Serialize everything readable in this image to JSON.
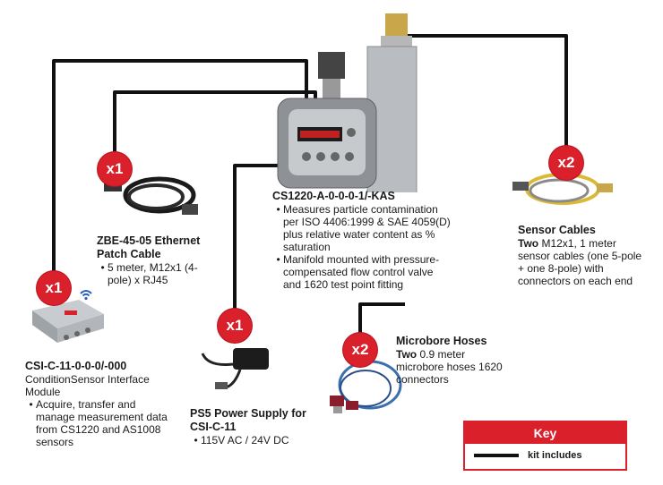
{
  "badges": {
    "ethernet": "x1",
    "module": "x1",
    "power": "x1",
    "hoses": "x2",
    "sensor_cables": "x2"
  },
  "products": {
    "main": {
      "title": "CS1220-A-0-0-0-1/-KAS",
      "bullets": [
        "Measures particle contamination per ISO 4406:1999 & SAE 4059(D) plus relative water content as % saturation",
        "Manifold mounted with pressure-compensated flow control valve and 1620 test point fitting"
      ]
    },
    "ethernet": {
      "title": "ZBE-45-05 Ethernet Patch Cable",
      "bullet": "5 meter, M12x1 (4-pole) x RJ45"
    },
    "module": {
      "title": "CSI-C-11-0-0-0/-000",
      "subtitle": "ConditionSensor Interface Module",
      "bullet": "Acquire, transfer and manage measurement data from CS1220 and AS1008 sensors"
    },
    "power": {
      "title": "PS5 Power Supply for CSI-C-11",
      "bullet": "115V AC / 24V DC"
    },
    "hoses": {
      "title": "Microbore Hoses",
      "qty": "Two",
      "desc": "0.9 meter microbore hoses 1620 connectors"
    },
    "sensor_cables": {
      "title": "Sensor Cables",
      "qty": "Two",
      "desc": "M12x1, 1 meter sensor cables (one 5-pole + one 8-pole) with connectors on each end"
    }
  },
  "key": {
    "title": "Key",
    "entry": "kit includes"
  },
  "colors": {
    "accent": "#d9202b",
    "line": "#111111"
  }
}
